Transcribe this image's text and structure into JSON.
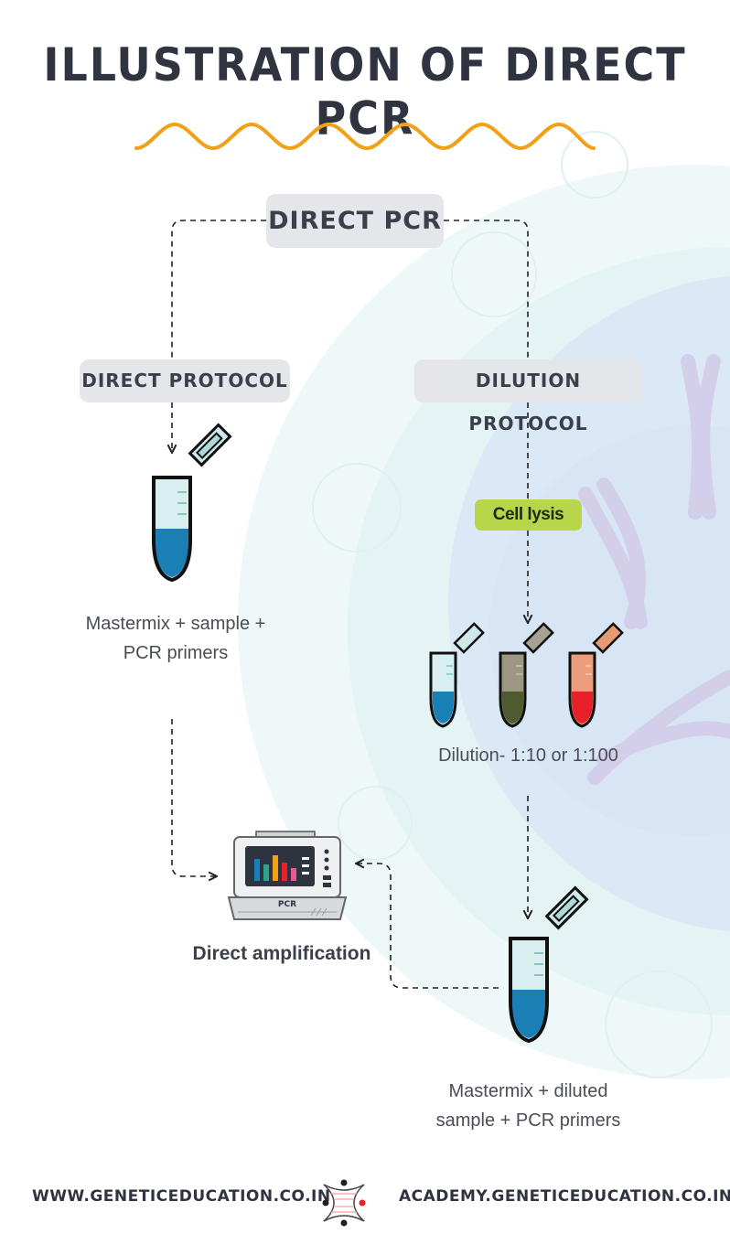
{
  "title": "ILLUSTRATION OF DIRECT PCR",
  "diagram": {
    "root": "DIRECT PCR",
    "branches": [
      {
        "name": "DIRECT PROTOCOL",
        "result_label": "Mastermix + sample + PCR primers"
      },
      {
        "name": "DILUTION PROTOCOL",
        "step": "Cell lysis",
        "dilution_label": "Dilution- 1:10 or 1:100",
        "result_label": "Mastermix + diluted sample + PCR primers"
      }
    ],
    "machine_label": "PCR",
    "outcome": "Direct amplification"
  },
  "colors": {
    "title_text": "#2f3440",
    "wave": "#f0a118",
    "pill_bg": "#e4e6ea",
    "lysis_bg": "#b7d64a",
    "tube_blue": "#1a7fb5",
    "tube_olive": "#4f5a2e",
    "tube_red": "#e8202a"
  },
  "icons": [
    "wave-decoration",
    "pcr-tube-icon",
    "pcr-machine-icon",
    "chromosome-icon",
    "dna-logo-icon"
  ],
  "footer": {
    "left_url": "WWW.GENETICEDUCATION.CO.IN",
    "right_url": "ACADEMY.GENETICEDUCATION.CO.IN"
  }
}
